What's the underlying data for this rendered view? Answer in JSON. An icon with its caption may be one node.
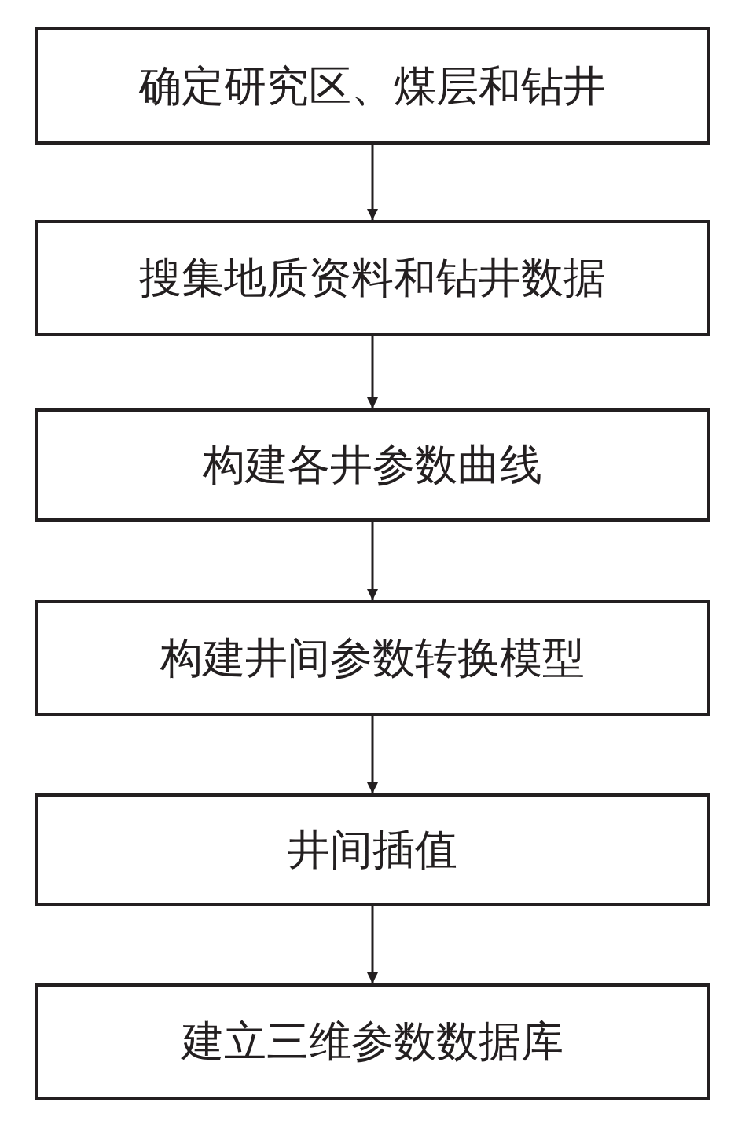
{
  "diagram": {
    "nodes": [
      {
        "text": [
          "确定研究区、煤层和钻井"
        ]
      },
      {
        "text": [
          "搜集地质资料和钻井数据"
        ]
      },
      {
        "text": [
          "构建各井参数曲线"
        ]
      },
      {
        "text": [
          "构建井间参数转换模型"
        ]
      },
      {
        "text": [
          "井间插值"
        ]
      },
      {
        "text": [
          "建立三维参数数据库"
        ]
      }
    ],
    "edges": [
      {
        "from": 0,
        "to": 1,
        "arrow": "to"
      },
      {
        "from": 1,
        "to": 2,
        "arrow": "to"
      },
      {
        "from": 2,
        "to": 3,
        "arrow": "to"
      },
      {
        "from": 3,
        "to": 4,
        "arrow": "to"
      },
      {
        "from": 4,
        "to": 5,
        "arrow": "to"
      }
    ]
  }
}
